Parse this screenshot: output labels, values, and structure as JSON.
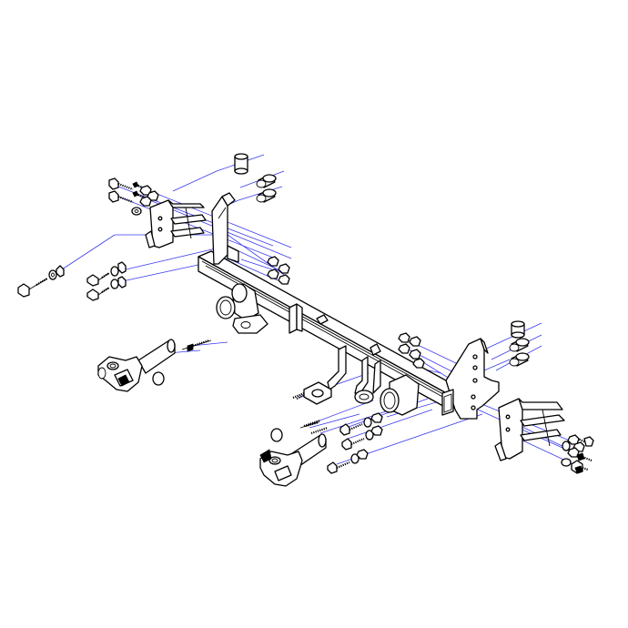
{
  "diagram": {
    "kind": "exploded-assembly",
    "colors": {
      "line": "#000000",
      "guide": "#3a3af0",
      "background": "#ffffff"
    },
    "components": [
      "crossbar-frame",
      "left-mounting-bracket",
      "right-mounting-bracket",
      "left-tow-arm",
      "right-tow-arm",
      "spacer-sleeves",
      "hex-bolts",
      "flat-washers",
      "hex-nuts",
      "retaining-rings"
    ]
  }
}
